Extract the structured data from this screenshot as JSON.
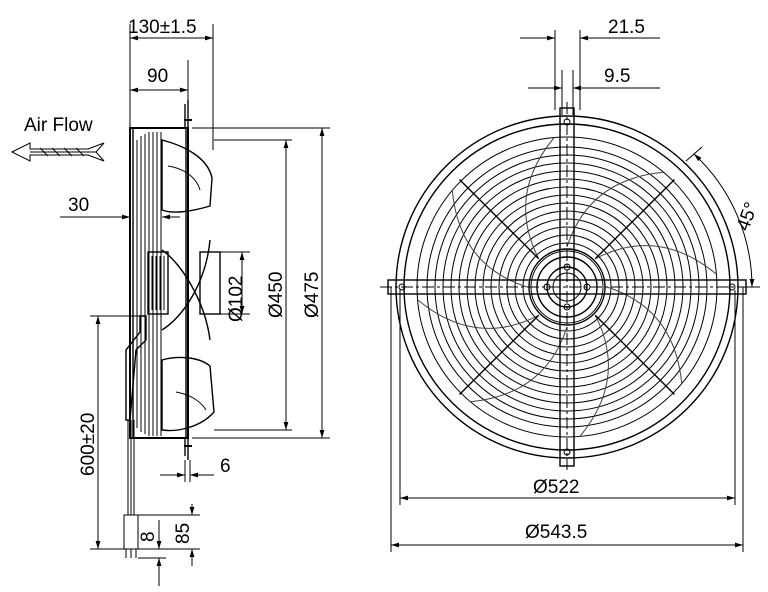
{
  "airflow": {
    "label": "Air Flow"
  },
  "side_view": {
    "depth_total": "130±1.5",
    "depth_motor": "90",
    "bracket_offset": "30",
    "motor_diameter": "Ø102",
    "blade_diameter": "Ø450",
    "housing_diameter": "Ø475",
    "cable_length": "600±20",
    "cable_strip": "8",
    "cable_end": "85",
    "flange_thickness": "6"
  },
  "front_view": {
    "rib_width": "21.5",
    "rib_thickness": "9.5",
    "angle": "45°",
    "grill_diameter": "Ø522",
    "flange_diameter": "Ø543.5"
  }
}
